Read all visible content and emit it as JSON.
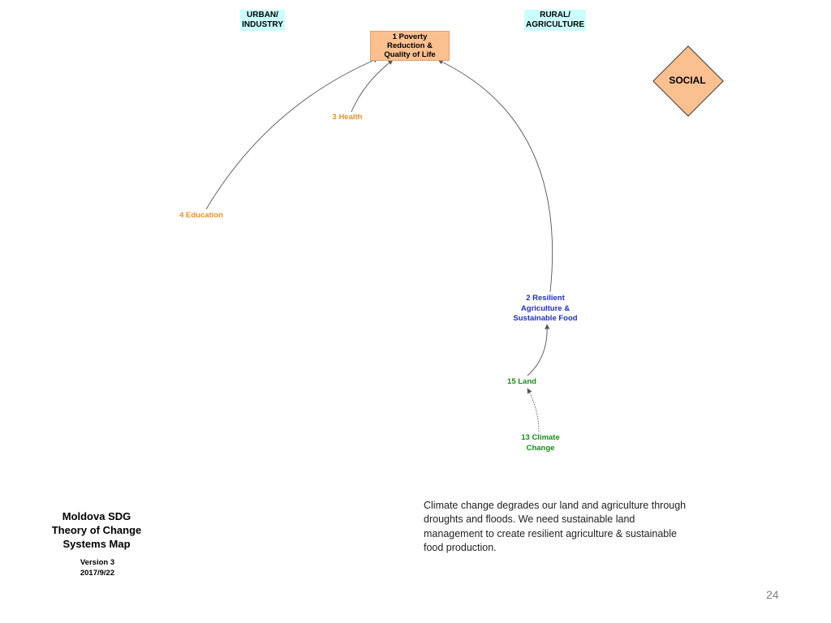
{
  "tags": {
    "urban": [
      "URBAN/",
      "INDUSTRY"
    ],
    "rural": [
      "RURAL/",
      "AGRICULTURE"
    ]
  },
  "nodes": {
    "poverty": [
      "1 Poverty",
      "Reduction &",
      "Quality of Life"
    ],
    "health": "3 Health",
    "education": "4 Education",
    "agriculture": [
      "2 Resilient",
      "Agriculture &",
      "Sustainable Food"
    ],
    "land": "15 Land",
    "climate": [
      "13 Climate",
      "Change"
    ]
  },
  "domain_label": "SOCIAL",
  "map_title": [
    "Moldova SDG",
    "Theory of Change",
    "Systems Map"
  ],
  "version": [
    "Version 3",
    "2017/9/22"
  ],
  "description": "Climate change degrades our land and agriculture through droughts and floods. We need sustainable land management to create resilient agriculture & sustainable food production.",
  "page_number": "24",
  "colors": {
    "health": "#e6902a",
    "education": "#e6902a",
    "agriculture": "#1f2fbf",
    "land": "#1a8a1a",
    "climate": "#1a8a1a",
    "core_fill": "#fac090",
    "tag_fill": "#ccffff",
    "link": "#555555"
  }
}
